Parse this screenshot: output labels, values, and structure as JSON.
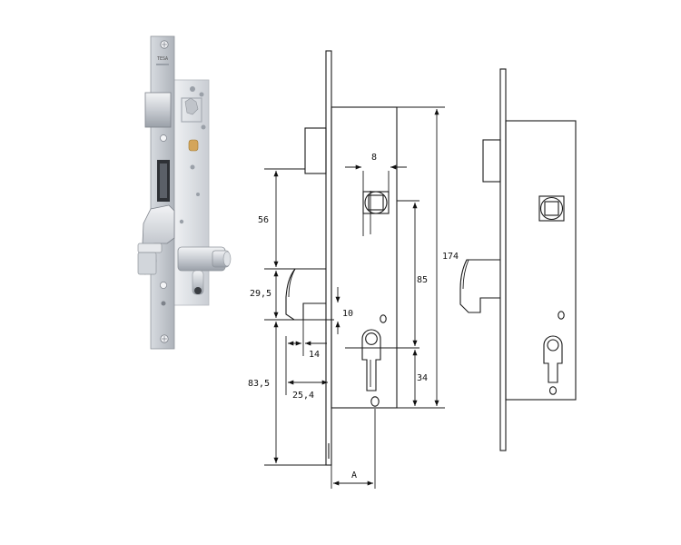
{
  "product": {
    "faceplate_marking": "TESA"
  },
  "dimensions": {
    "d56": "56",
    "d29_5": "29,5",
    "d83_5": "83,5",
    "d8": "8",
    "d10": "10",
    "d14": "14",
    "d25_4": "25,4",
    "d85": "85",
    "d34": "34",
    "d174": "174",
    "dA": "A"
  },
  "colors": {
    "line": "#1a1a1a",
    "steel_light": "#e4e6ea",
    "steel_mid": "#c4c8ce",
    "steel_dark": "#8f949b"
  }
}
